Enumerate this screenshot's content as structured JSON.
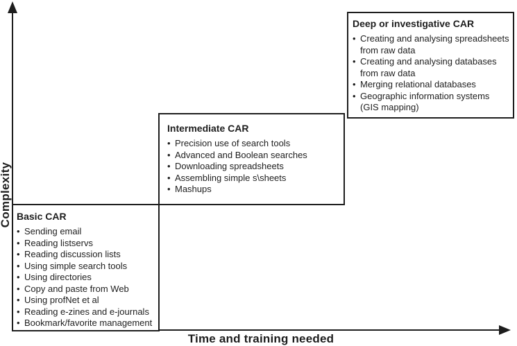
{
  "diagram": {
    "y_axis_label": "Complexity",
    "x_axis_label": "Time and training needed",
    "colors": {
      "line": "#1d1d1d",
      "text": "#1d1d1d",
      "background": "#ffffff"
    },
    "boxes": [
      {
        "id": "basic-car",
        "title": "Basic CAR",
        "items": [
          "Sending email",
          "Reading listservs",
          "Reading discussion lists",
          "Using simple search tools",
          "Using directories",
          "Copy and paste from Web",
          "Using profNet et al",
          "Reading e-zines and e-journals",
          "Bookmark/favorite management"
        ]
      },
      {
        "id": "intermediate-car",
        "title": "Intermediate CAR",
        "items": [
          "Precision use of search tools",
          "Advanced and Boolean searches",
          "Downloading spreadsheets",
          "Assembling simple s\\sheets",
          "Mashups"
        ]
      },
      {
        "id": "deep-investigative-car",
        "title": "Deep or investigative CAR",
        "items": [
          "Creating and analysing spreadsheets\nfrom raw data",
          "Creating and analysing databases\nfrom raw data",
          "Merging relational databases",
          "Geographic information systems\n(GIS mapping)"
        ]
      }
    ]
  }
}
